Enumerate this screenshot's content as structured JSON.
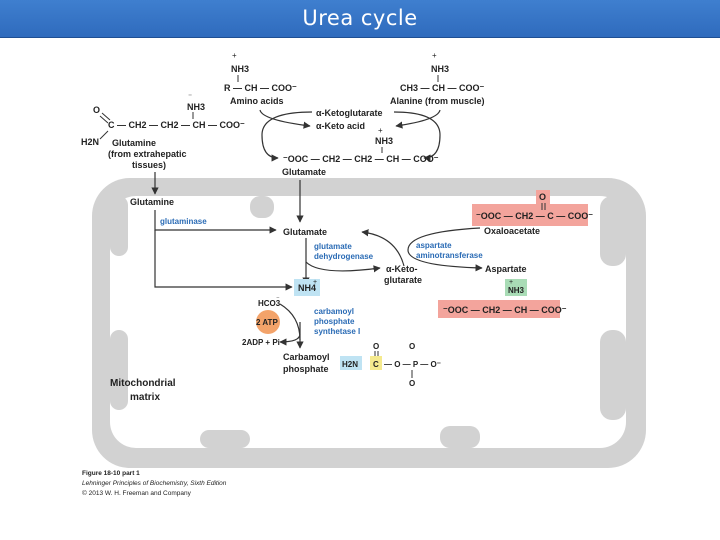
{
  "title": "Urea cycle",
  "colors": {
    "title_bar": "#2f6bbd",
    "matrix": "#d2d2d2",
    "enzyme_text": "#2a6bb5",
    "oxaloacetate_box": "#f3a49c",
    "aspartate_box": "#f3a49c",
    "nh3_aspartate_box": "#a9dcb6",
    "nh4_box": "#bfe3f3",
    "atp_circle": "#f3a36a",
    "carbamoyl_h2n_box": "#bfe3f3",
    "carbamoyl_c_box": "#f5ea8e"
  },
  "cytosol": {
    "amino_acids": {
      "nh3": "NH3",
      "formula": "R — CH — COO⁻",
      "label": "Amino acids"
    },
    "alanine": {
      "nh3": "NH3",
      "formula": "CH3 — CH — COO⁻",
      "label": "Alanine (from muscle)"
    },
    "glutamine": {
      "o": "O",
      "h2n": "H2N",
      "formula": "C — CH2 — CH2 — CH — COO⁻",
      "nh3": "NH3",
      "label": [
        "Glutamine",
        "(from extrahepatic",
        "tissues)"
      ]
    },
    "ketoglutarate": "α-Ketoglutarate",
    "keto_acid": "α-Keto acid",
    "glutamate": {
      "formula": "⁻OOC — CH2 — CH2 — CH — COO⁻",
      "nh3": "NH3",
      "label": "Glutamate"
    }
  },
  "matrix": {
    "label": [
      "Mitochondrial",
      "matrix"
    ],
    "glutamine": "Glutamine",
    "glutaminase": "glutaminase",
    "glutamate": "Glutamate",
    "gdh": [
      "glutamate",
      "dehydrogenase"
    ],
    "ast": [
      "aspartate",
      "aminotransferase"
    ],
    "ketoglutarate": [
      "α-Keto-",
      "glutarate"
    ],
    "oxaloacetate": {
      "o": "O",
      "formula": "⁻OOC — CH2 — C — COO⁻",
      "label": "Oxaloacetate"
    },
    "aspartate": {
      "label": "Aspartate",
      "nh3": "NH3",
      "formula": "⁻OOC — CH2 — CH — COO⁻"
    },
    "nh4": "NH4",
    "hco3": "HCO3",
    "atp": "2 ATP",
    "adp": "2ADP + Pi",
    "cps1": [
      "carbamoyl",
      "phosphate",
      "synthetase I"
    ],
    "carbamoyl_phosphate": {
      "label": [
        "Carbamoyl",
        "phosphate"
      ],
      "h2n": "H2N",
      "c": "C",
      "formula": "— O — P — O⁻",
      "o": "O"
    }
  },
  "caption": [
    "Figure 18-10 part 1",
    "Lehninger Principles of Biochemistry, Sixth Edition",
    "© 2013 W. H. Freeman and Company"
  ]
}
